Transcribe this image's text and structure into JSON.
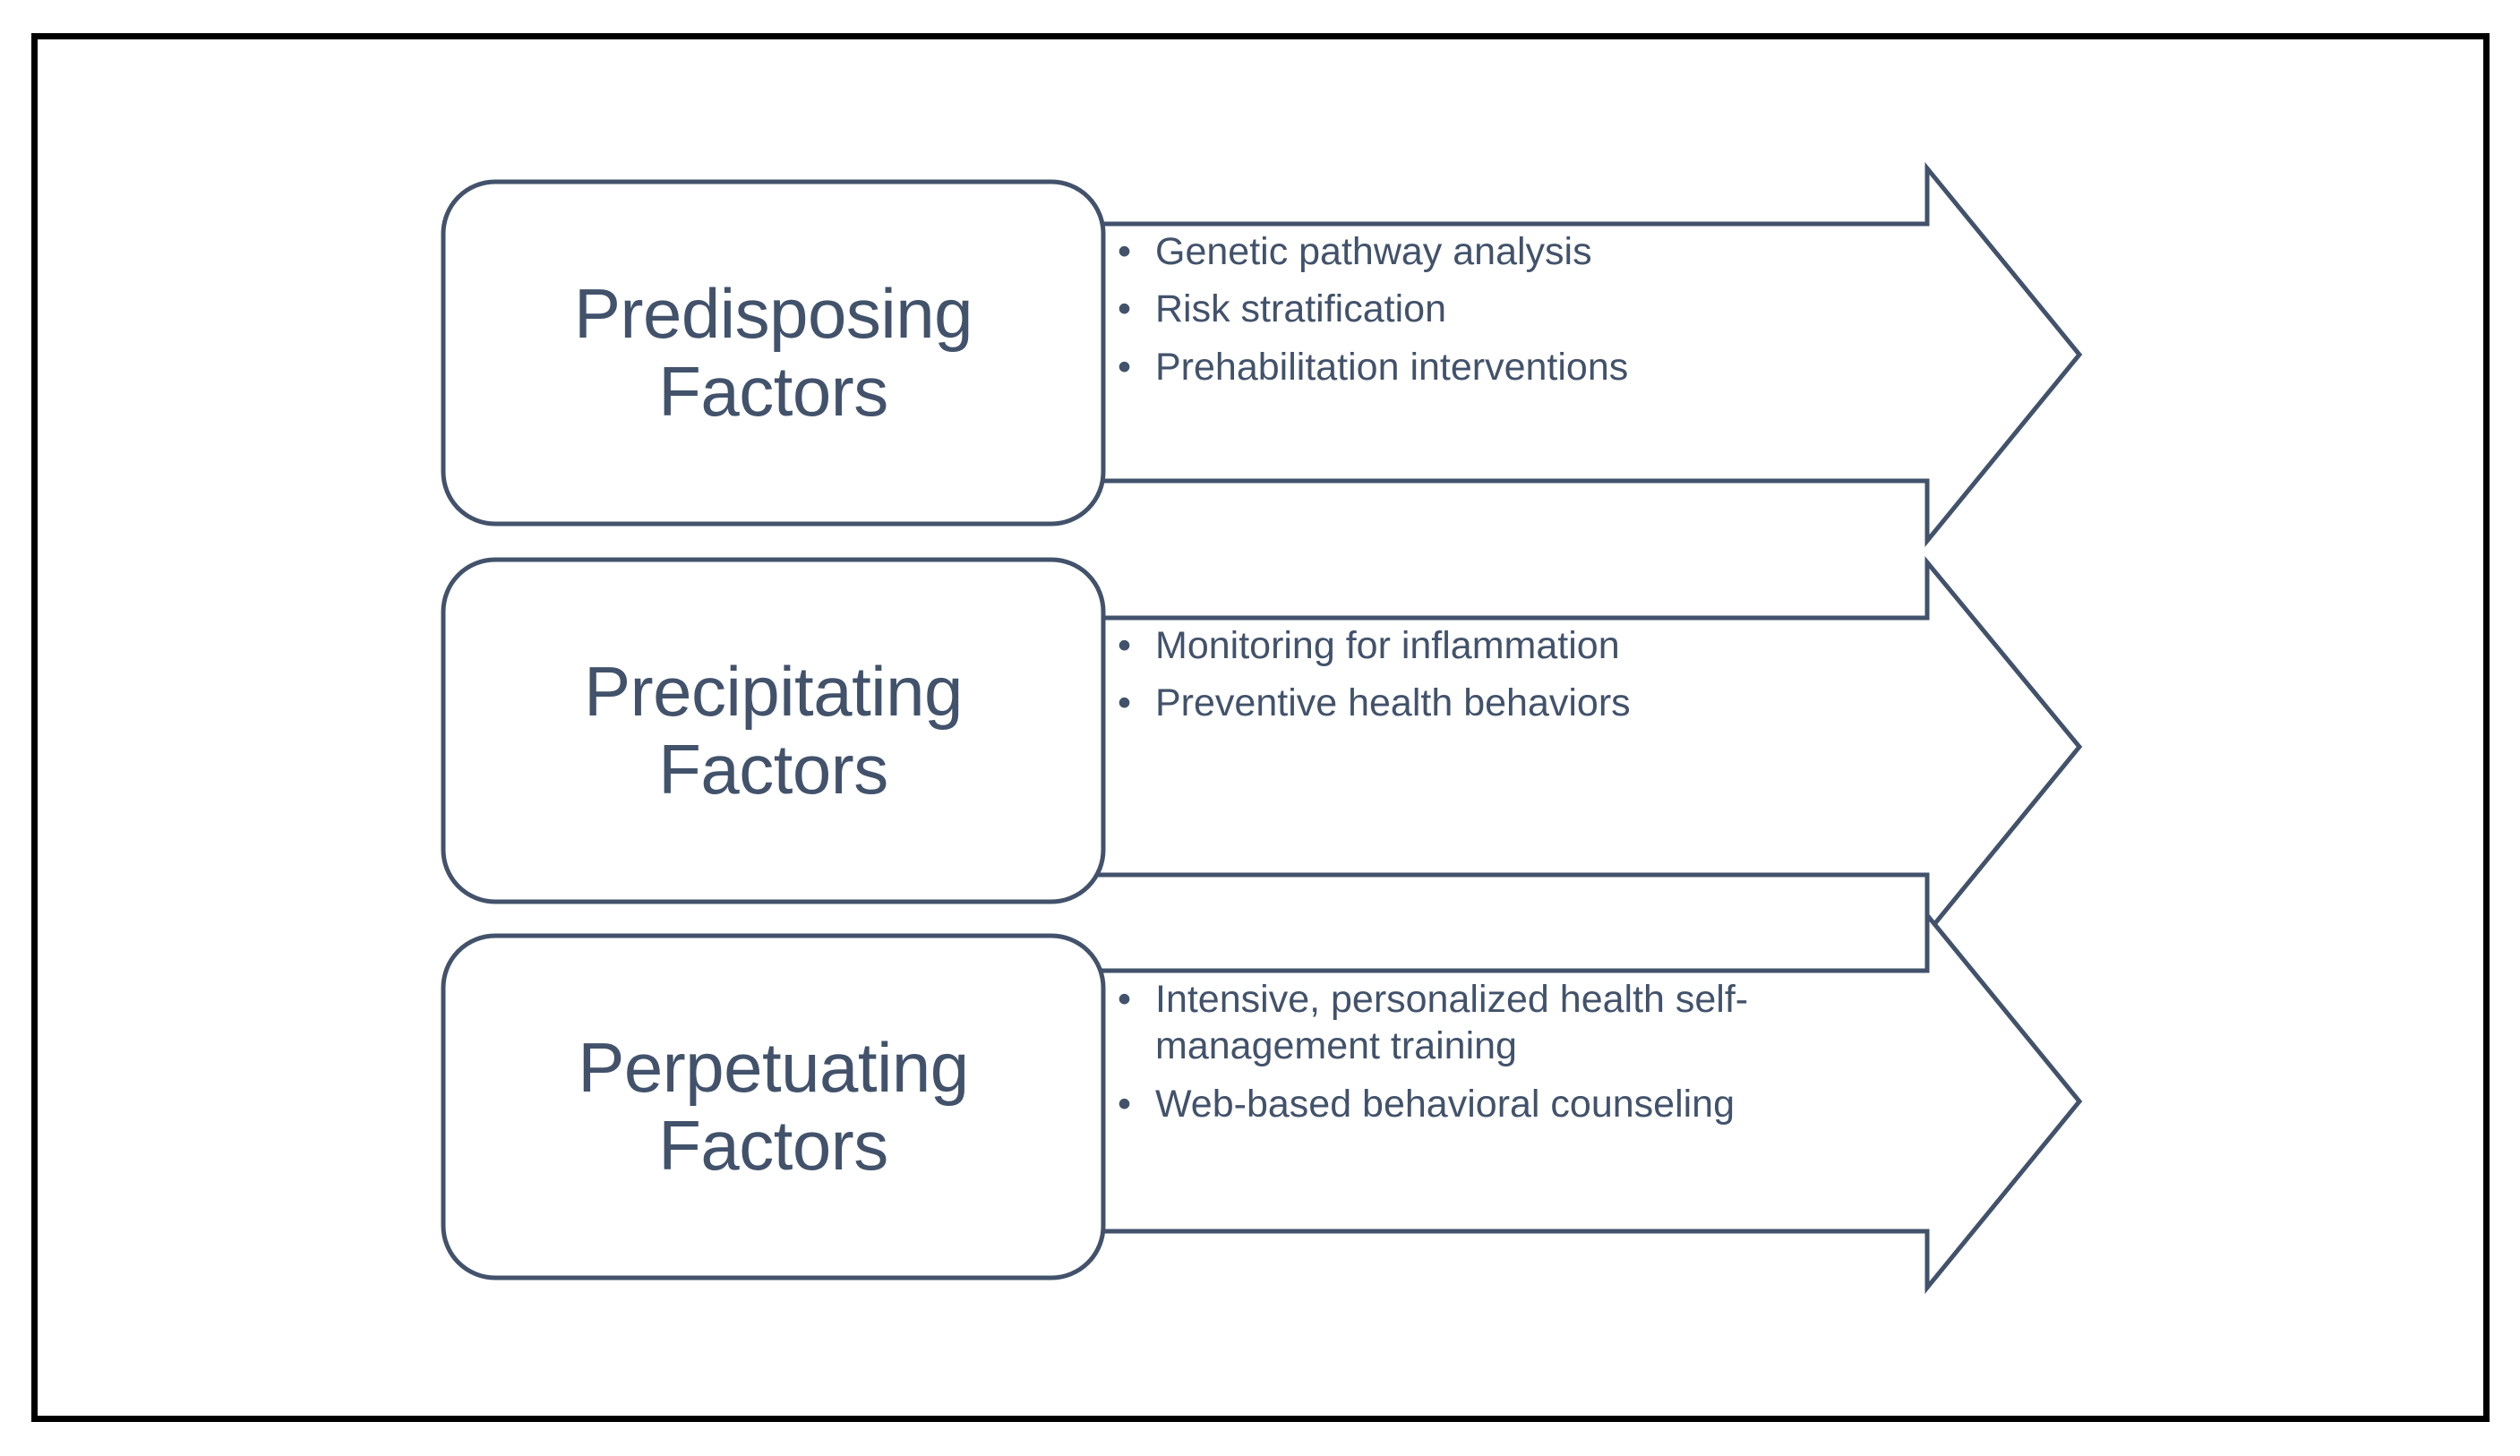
{
  "slide": {
    "background_color": "#ffffff",
    "frame_color": "#000000",
    "accent_color": "#42526b"
  },
  "diagram": {
    "type": "chevron-process-flow",
    "orientation": "horizontal",
    "rows": [
      {
        "id": "predisposing",
        "stage_label": "Predisposing\nFactors",
        "bullets": [
          "Genetic pathway analysis",
          "Risk stratification",
          "Prehabilitation interventions"
        ]
      },
      {
        "id": "precipitating",
        "stage_label": "Precipitating\nFactors",
        "bullets": [
          "Monitoring for inflammation",
          "Preventive health behaviors"
        ]
      },
      {
        "id": "perpetuating",
        "stage_label": "Perpetuating\nFactors",
        "bullets": [
          "Intensive, personalized health self-management training",
          "Web-based behavioral counseling"
        ]
      }
    ]
  }
}
